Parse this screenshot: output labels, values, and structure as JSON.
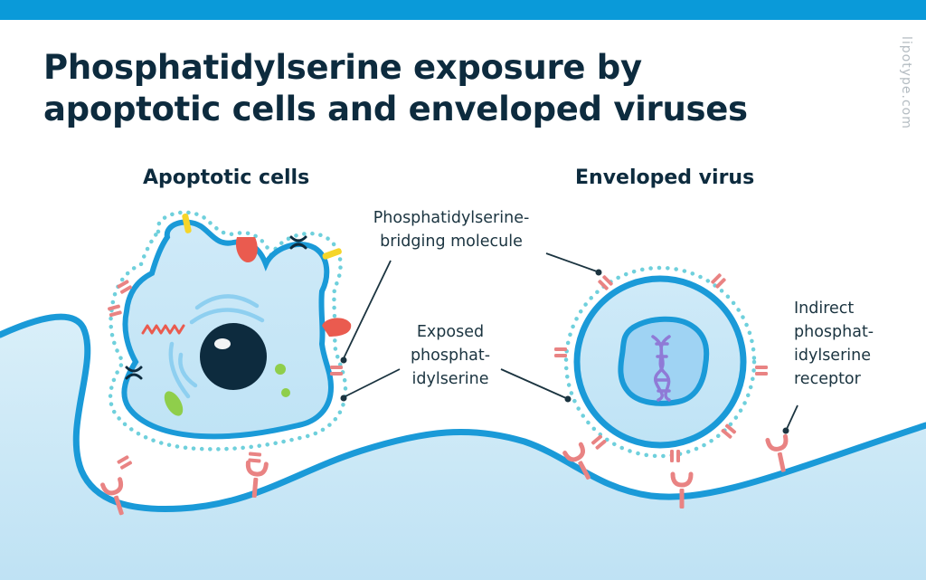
{
  "title": {
    "line1": "Phosphatidylserine exposure by",
    "line2": "apoptotic cells and enveloped viruses"
  },
  "watermark": "lipotype.com",
  "sections": {
    "apoptotic": "Apoptotic cells",
    "virus": "Enveloped virus"
  },
  "labels": {
    "bridging": {
      "line1": "Phosphatidylserine-",
      "line2": "bridging molecule"
    },
    "exposed": {
      "line1": "Exposed",
      "line2": "phosphat-",
      "line3": "idylserine"
    },
    "receptor": {
      "line1": "Indirect",
      "line2": "phosphat-",
      "line3": "idylserine",
      "line4": "receptor"
    }
  },
  "colors": {
    "accent_blue": "#0a9ad9",
    "membrane_blue": "#1a9ad8",
    "cell_fill": "#c6e8f7",
    "dots": "#6fd0dc",
    "receptor": "#e98383",
    "red_protein": "#ea5b4f",
    "yellow": "#f5d52a",
    "green": "#8fce4b",
    "nucleus": "#0d2b3e",
    "dna": "#8f7ad6",
    "title": "#0d2b3e"
  }
}
